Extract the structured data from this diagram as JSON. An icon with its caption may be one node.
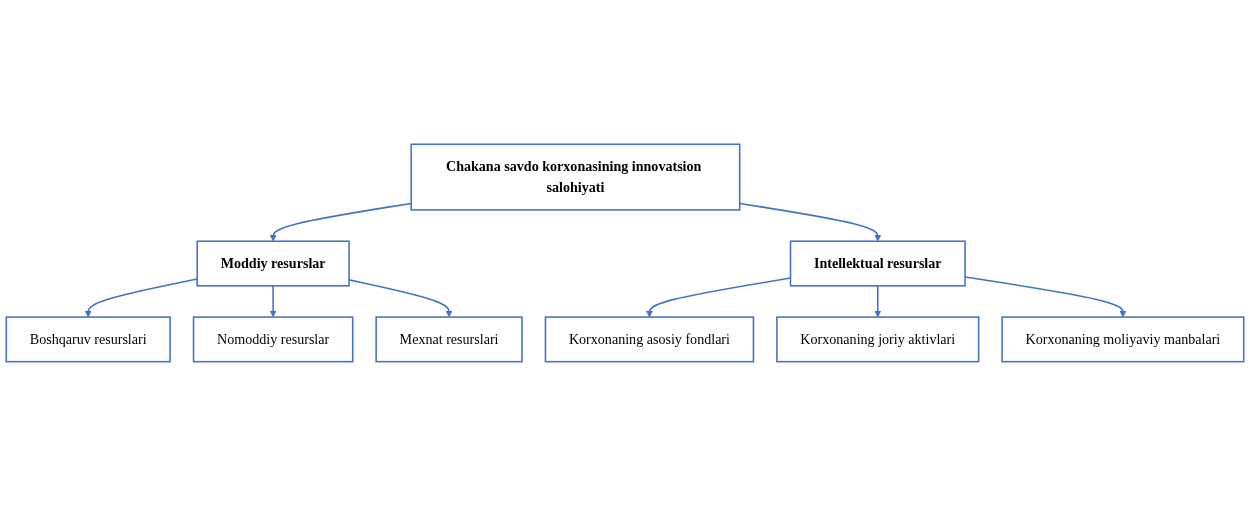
{
  "diagram": {
    "nodes": [
      {
        "text": [
          "Chakana savdo korxonasining innovatsion salohiyati"
        ]
      },
      {
        "text": [
          "Moddiy resurslar"
        ]
      },
      {
        "text": [
          "Intellektual resurslar"
        ]
      },
      {
        "text": [
          "Boshqaruv resurslari"
        ]
      },
      {
        "text": [
          "Nomoddiy resurslar"
        ]
      },
      {
        "text": [
          "Mexnat resurslari"
        ]
      },
      {
        "text": [
          "Korxonaning asosiy fondlari"
        ]
      },
      {
        "text": [
          "Korxonaning joriy aktivlari"
        ]
      },
      {
        "text": [
          "Korxonaning moliyaviy manbalari"
        ]
      }
    ],
    "edges": [
      {
        "from": 0,
        "to": 1,
        "arrow": "to"
      },
      {
        "from": 0,
        "to": 2,
        "arrow": "to"
      },
      {
        "from": 1,
        "to": 3,
        "arrow": "to"
      },
      {
        "from": 1,
        "to": 4,
        "arrow": "to"
      },
      {
        "from": 1,
        "to": 5,
        "arrow": "to"
      },
      {
        "from": 2,
        "to": 6,
        "arrow": "to"
      },
      {
        "from": 2,
        "to": 7,
        "arrow": "to"
      },
      {
        "from": 2,
        "to": 8,
        "arrow": "to"
      }
    ]
  }
}
